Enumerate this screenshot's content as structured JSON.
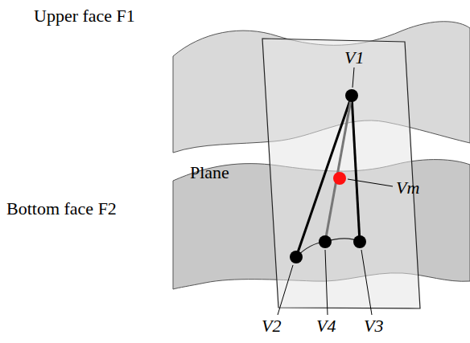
{
  "diagram": {
    "labels": [
      "Upper face F1",
      "V1",
      "Plane",
      "Vm",
      "Bottom face F2",
      "V2",
      "V4",
      "V3"
    ]
  }
}
